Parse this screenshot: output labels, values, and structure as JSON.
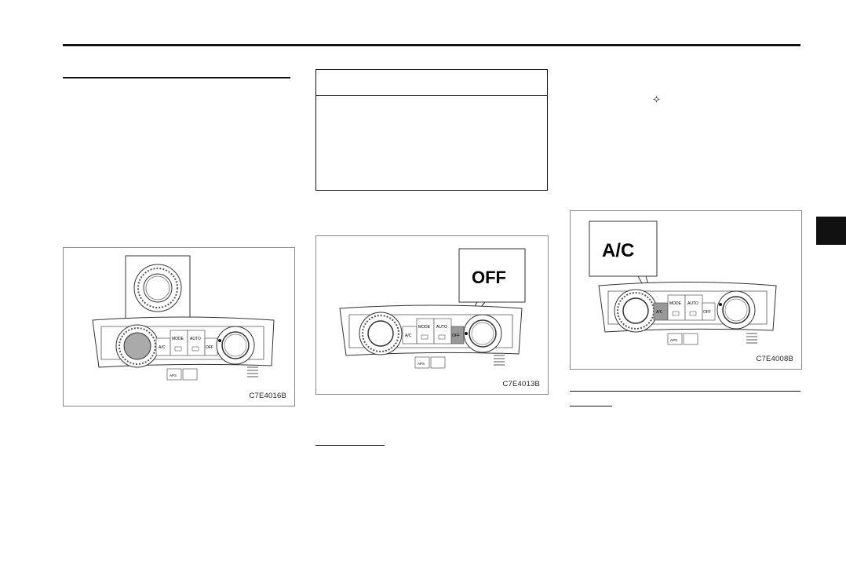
{
  "figures": {
    "temperature_dial": {
      "code": "C7E4016B"
    },
    "off_button": {
      "code": "C7E4013B",
      "callout_label": "OFF"
    },
    "ac_button": {
      "code": "C7E4008B",
      "callout_label": "A/C"
    }
  },
  "panel_labels": {
    "mode": "MODE",
    "auto": "AUTO",
    "ac": "A/C",
    "off": "OFF",
    "aps": "APS"
  },
  "icons": {
    "inline_symbol": "fan-icon"
  }
}
